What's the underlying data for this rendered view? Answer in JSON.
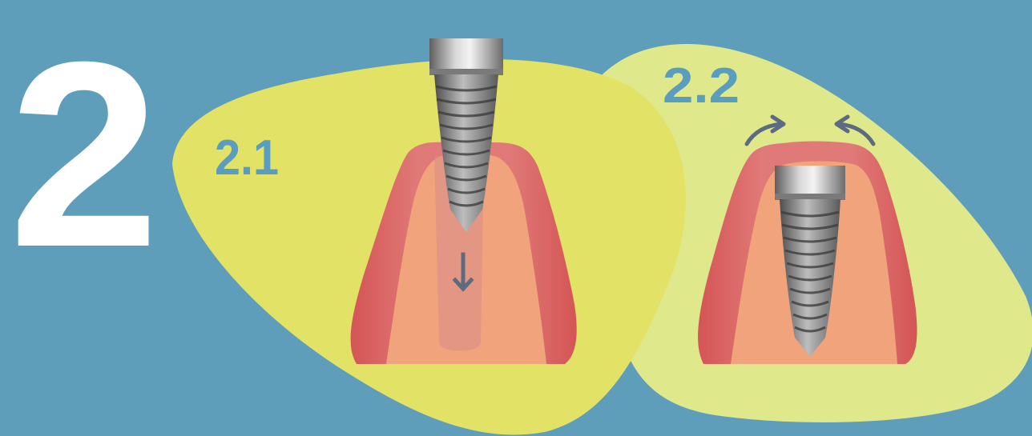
{
  "main_number": "2",
  "steps": [
    {
      "label": "2.1"
    },
    {
      "label": "2.2"
    }
  ],
  "colors": {
    "background": "#5e9eba",
    "blob_primary": "#e2e266",
    "blob_secondary": "#e0e88c",
    "gum": "#d65c5c",
    "bone": "#f1a47c",
    "implant": "#8c8c8c",
    "arrow": "#5d6b80",
    "label": "#5a9dbc",
    "number": "#ffffff"
  },
  "icons": {
    "step_1": "arrow-down-icon",
    "step_2": "curved-arrows-inward-icon"
  }
}
